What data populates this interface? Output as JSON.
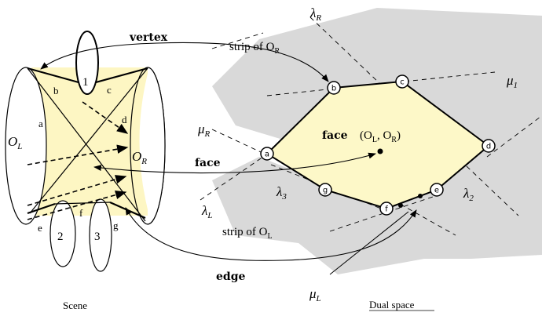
{
  "scene": {
    "caption": "Scene",
    "objects": {
      "left": "O",
      "left_sub": "L",
      "right": "O",
      "right_sub": "R"
    },
    "occluders": [
      "1",
      "2",
      "3"
    ],
    "vertex_letters": [
      "a",
      "b",
      "c",
      "d",
      "e",
      "f",
      "g"
    ]
  },
  "dual": {
    "caption": "Dual space",
    "face_label": "face",
    "face_tuple": "(O",
    "face_tuple_L": "L",
    "face_tuple_mid": ", O",
    "face_tuple_R": "R",
    "face_tuple_end": ")",
    "node_labels": [
      "a",
      "b",
      "c",
      "d",
      "e",
      "f",
      "g"
    ],
    "lines": {
      "lambda_R": {
        "sym": "λ",
        "sub": "R"
      },
      "mu_1": {
        "sym": "μ",
        "sub": "1"
      },
      "mu_R": {
        "sym": "μ",
        "sub": "R"
      },
      "lambda_3": {
        "sym": "λ",
        "sub": "3"
      },
      "lambda_2": {
        "sym": "λ",
        "sub": "2"
      },
      "lambda_L": {
        "sym": "λ",
        "sub": "L"
      },
      "mu_L": {
        "sym": "μ",
        "sub": "L"
      }
    },
    "strip_R": {
      "text": "strip of O",
      "sub": "R"
    },
    "strip_L": {
      "text": "strip of O",
      "sub": "L"
    }
  },
  "connectors": {
    "vertex": "vertex",
    "face": "face",
    "edge": "edge"
  },
  "colors": {
    "strip_fill": "#d9d9d9",
    "face_fill": "#fdf8c8",
    "scene_fill": "#fdf6c3",
    "stroke": "#000000"
  }
}
